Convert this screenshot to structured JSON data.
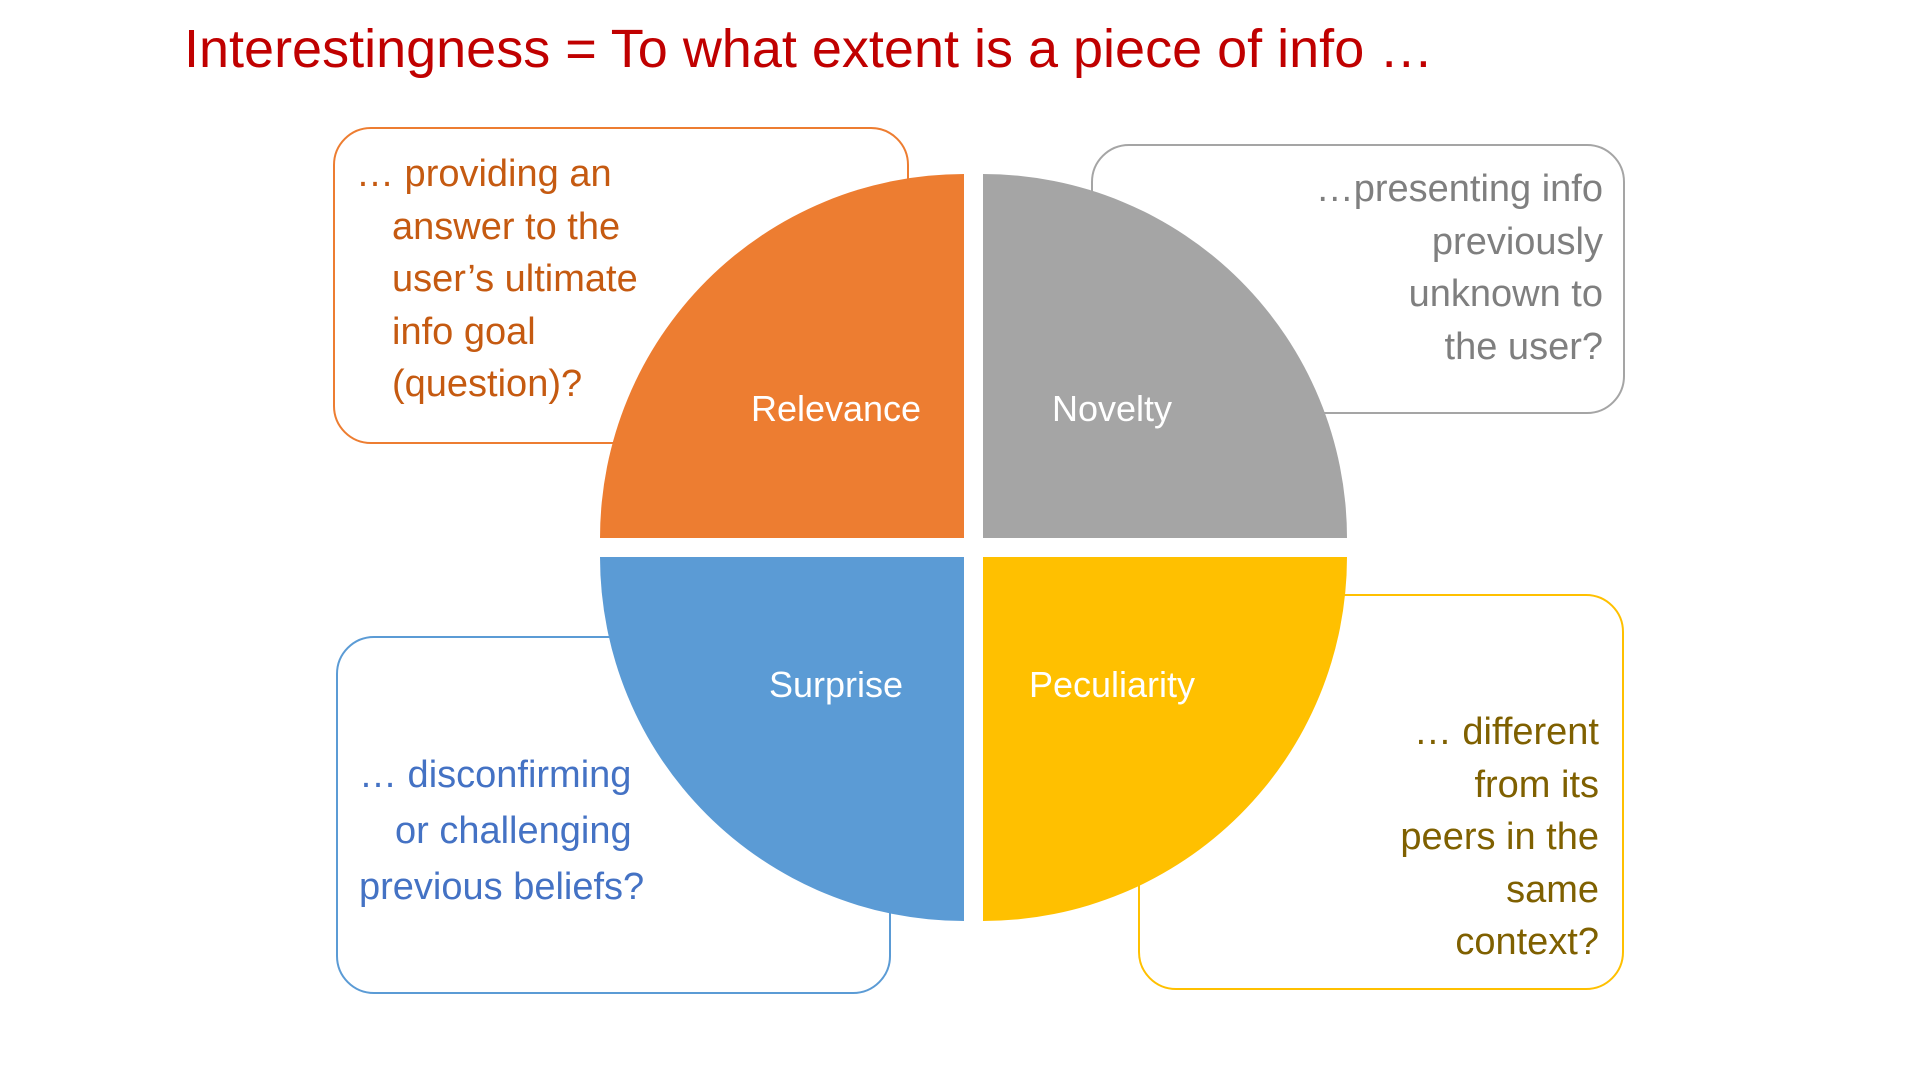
{
  "title": "Interestingness = To what extent is a piece of info …",
  "colors": {
    "relevance": "#ED7D31",
    "novelty": "#A5A5A5",
    "surprise": "#5B9BD5",
    "peculiarity": "#FFC000",
    "title": "#C00000"
  },
  "quadrants": {
    "relevance": {
      "label": "Relevance",
      "lines": [
        "… providing an",
        "answer to the",
        "user’s ultimate",
        "info goal",
        "(question)?"
      ]
    },
    "novelty": {
      "label": "Novelty",
      "lines": [
        "…presenting info",
        "previously",
        "unknown to",
        "the user?"
      ]
    },
    "surprise": {
      "label": "Surprise",
      "lines": [
        "… disconfirming",
        "or challenging",
        "previous beliefs?"
      ]
    },
    "peculiarity": {
      "label": "Peculiarity",
      "lines": [
        "… different",
        "from its",
        "peers in the",
        "same",
        "context?"
      ]
    }
  }
}
